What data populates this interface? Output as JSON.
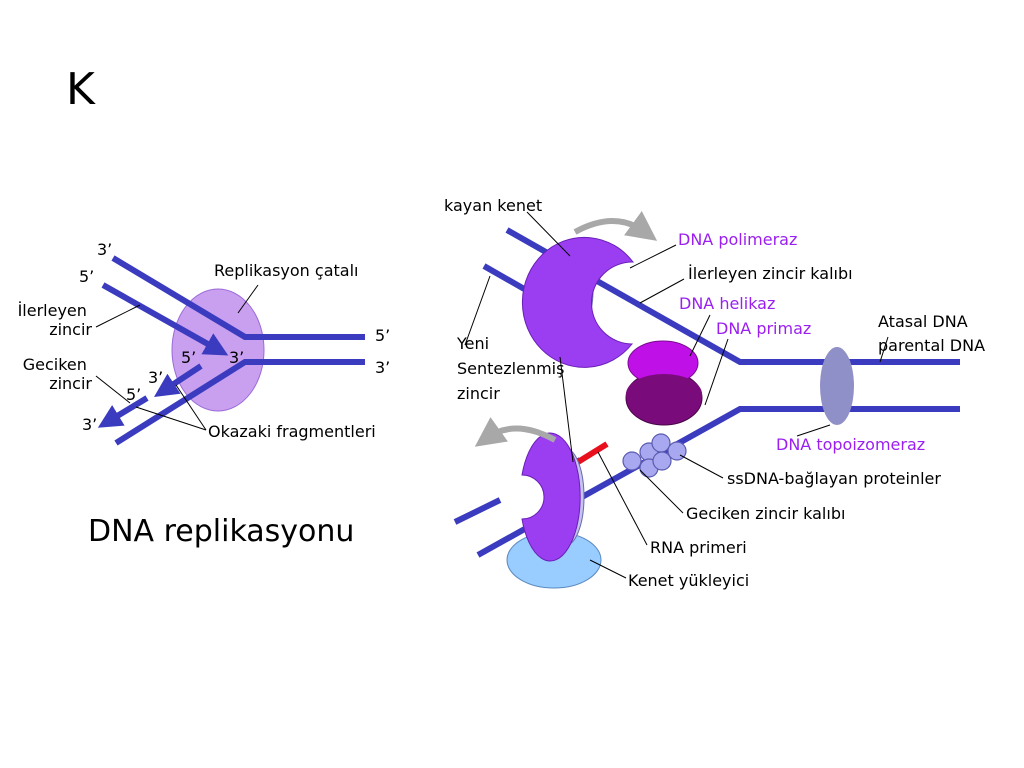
{
  "slide": {
    "letter": "K",
    "title": "DNA replikasyonu"
  },
  "colors": {
    "strand": "#3b3bbf",
    "fork_bubble": "#c9a0f0",
    "polymerase": "#9b3df0",
    "clamp": "#c4c4ee",
    "helicase": "#c010e8",
    "primase": "#7a0b7a",
    "topoisomerase": "#9090c8",
    "clamp_loader": "#99ccff",
    "ssb": "#a8a8f0",
    "rna_primer": "#e8101c",
    "purple_label": "#9a1ff0"
  },
  "left_diagram": {
    "fork_label": "Replikasyon çatalı",
    "leading_label": "İlerleyen\nzincir",
    "lagging_label": "Geciken\nzincir",
    "okazaki_label": "Okazaki fragmentleri",
    "ends": {
      "top_left_3": "3’",
      "top_left_5": "5’",
      "right_top_5": "5’",
      "right_bottom_3": "3’",
      "center_5": "5’",
      "center_3": "3’",
      "frag_3": "3’",
      "frag_5": "5’",
      "bottom_3": "3’"
    }
  },
  "right_diagram": {
    "sliding_clamp": "kayan kenet",
    "dna_polymerase": "DNA polimeraz",
    "leading_template": "İlerleyen zincir kalıbı",
    "dna_helicase": "DNA helikaz",
    "dna_primase": "DNA primaz",
    "parental_dna": "Atasal DNA\nparental DNA",
    "new_strand": "Yeni\nSentezlenmiş\nzincir",
    "dna_topoisomerase": "DNA topoizomeraz",
    "ssb_proteins": "ssDNA-bağlayan proteinler",
    "lagging_template": "Geciken zincir kalıbı",
    "rna_primer": "RNA primeri",
    "clamp_loader": "Kenet yükleyici"
  }
}
